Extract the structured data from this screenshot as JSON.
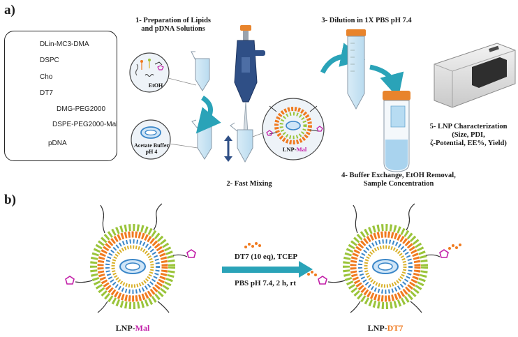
{
  "panel_a": {
    "letter": "a)",
    "legend": {
      "items": [
        {
          "label": "DLin-MC3-DMA",
          "icon": "dlin-mc3-dma-lipid-icon"
        },
        {
          "label": "DSPC",
          "icon": "dspc-lipid-icon"
        },
        {
          "label": "Cho",
          "icon": "cholesterol-icon"
        },
        {
          "label": "DT7",
          "icon": "dt7-peptide-icon"
        },
        {
          "label": "DMG-PEG2000",
          "icon": "dmg-peg-icon"
        },
        {
          "label": "DSPE-PEG2000-Mal",
          "icon": "dspe-peg-mal-icon"
        },
        {
          "label": "pDNA",
          "icon": "pdna-icon"
        }
      ]
    },
    "step1": {
      "line1": "1- Preparation of Lipids",
      "line2": "and pDNA Solutions"
    },
    "etoh_label": "EtOH",
    "acetate_label": {
      "line1": "Acetate Buffer",
      "line2": "pH 4"
    },
    "step2": "2- Fast Mixing",
    "lnp_mal_label": {
      "prefix": "LNP-",
      "suffix": "Mal"
    },
    "step3": "3- Dilution in 1X PBS pH 7.4",
    "step4": {
      "line1": "4- Buffer Exchange, EtOH Removal,",
      "line2": "Sample Concentration"
    },
    "step5": {
      "line1": "5- LNP Characterization",
      "line2": "(Size, PDI,",
      "line3": "ζ-Potential, EE%, Yield)"
    }
  },
  "panel_b": {
    "letter": "b)",
    "reaction_top": "DT7 (10 eq), TCEP",
    "reaction_bottom": "PBS pH 7.4, 2 h, rt",
    "left_label": {
      "prefix": "LNP-",
      "suffix": "Mal"
    },
    "right_label": {
      "prefix": "LNP-",
      "suffix": "DT7"
    }
  },
  "colors": {
    "mal": "#c21fa8",
    "dt7": "#f07a1f",
    "arrow_teal": "#2aa3b8",
    "pipette_blue": "#2f4f86",
    "buffer_blue": "#a9d3ee"
  }
}
